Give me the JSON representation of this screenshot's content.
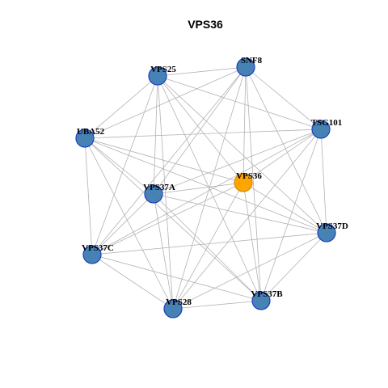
{
  "title": "VPS36",
  "colors": {
    "node_fill": "#4682b4",
    "node_stroke": "#1f3fbf",
    "focus_fill": "#ffa500",
    "focus_stroke": "#d4880a",
    "edge": "#b3b3b3"
  },
  "nodes": [
    {
      "id": "SNF8",
      "label": "SNF8",
      "focus": false
    },
    {
      "id": "VPS25",
      "label": "VPS25",
      "focus": false
    },
    {
      "id": "TSG101",
      "label": "TSG101",
      "focus": false
    },
    {
      "id": "UBA52",
      "label": "UBA52",
      "focus": false
    },
    {
      "id": "VPS36",
      "label": "VPS36",
      "focus": true
    },
    {
      "id": "VPS37A",
      "label": "VPS37A",
      "focus": false
    },
    {
      "id": "VPS37D",
      "label": "VPS37D",
      "focus": false
    },
    {
      "id": "VPS37C",
      "label": "VPS37C",
      "focus": false
    },
    {
      "id": "VPS37B",
      "label": "VPS37B",
      "focus": false
    },
    {
      "id": "VPS28",
      "label": "VPS28",
      "focus": false
    }
  ],
  "edges": [
    [
      "VPS25",
      "SNF8"
    ],
    [
      "VPS25",
      "TSG101"
    ],
    [
      "VPS25",
      "VPS36"
    ],
    [
      "VPS25",
      "VPS37A"
    ],
    [
      "VPS25",
      "VPS37B"
    ],
    [
      "VPS25",
      "VPS37C"
    ],
    [
      "VPS25",
      "VPS37D"
    ],
    [
      "VPS25",
      "VPS28"
    ],
    [
      "VPS25",
      "UBA52"
    ],
    [
      "SNF8",
      "UBA52"
    ],
    [
      "SNF8",
      "TSG101"
    ],
    [
      "SNF8",
      "VPS36"
    ],
    [
      "SNF8",
      "VPS37A"
    ],
    [
      "SNF8",
      "VPS37B"
    ],
    [
      "SNF8",
      "VPS37C"
    ],
    [
      "SNF8",
      "VPS37D"
    ],
    [
      "SNF8",
      "VPS28"
    ],
    [
      "UBA52",
      "TSG101"
    ],
    [
      "UBA52",
      "VPS36"
    ],
    [
      "UBA52",
      "VPS37A"
    ],
    [
      "UBA52",
      "VPS37B"
    ],
    [
      "UBA52",
      "VPS37C"
    ],
    [
      "UBA52",
      "VPS37D"
    ],
    [
      "UBA52",
      "VPS28"
    ],
    [
      "TSG101",
      "VPS36"
    ],
    [
      "TSG101",
      "VPS37A"
    ],
    [
      "TSG101",
      "VPS37B"
    ],
    [
      "TSG101",
      "VPS37C"
    ],
    [
      "TSG101",
      "VPS37D"
    ],
    [
      "TSG101",
      "VPS28"
    ],
    [
      "VPS36",
      "VPS37A"
    ],
    [
      "VPS36",
      "VPS37B"
    ],
    [
      "VPS36",
      "VPS37C"
    ],
    [
      "VPS36",
      "VPS37D"
    ],
    [
      "VPS36",
      "VPS28"
    ],
    [
      "VPS37A",
      "VPS37B"
    ],
    [
      "VPS37A",
      "VPS37C"
    ],
    [
      "VPS37A",
      "VPS37D"
    ],
    [
      "VPS37A",
      "VPS28"
    ],
    [
      "VPS37D",
      "VPS37C"
    ],
    [
      "VPS37D",
      "VPS37B"
    ],
    [
      "VPS37D",
      "VPS28"
    ],
    [
      "VPS37C",
      "VPS37B"
    ],
    [
      "VPS37C",
      "VPS28"
    ],
    [
      "VPS28",
      "VPS37B"
    ]
  ]
}
